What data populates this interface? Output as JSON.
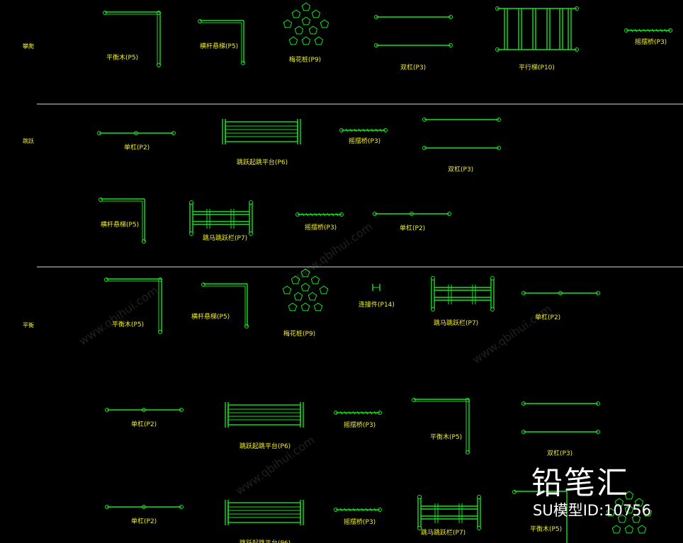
{
  "row_labels": [
    "攀爬",
    "跳跃",
    "平衡"
  ],
  "components": {
    "balance_beam": "平衡木(P5)",
    "overhead_ladder": "横杆悬梯(P5)",
    "stepping_posts": "梅花桩(P9)",
    "parallel_bars": "双杠(P3)",
    "horizontal_ladder": "平行梯(P10)",
    "rope_bridge": "摇摆桥(P3)",
    "single_bar": "单杠(P2)",
    "jump_platform": "跳跃起跳平台(P6)",
    "hurdle_fence": "跳马跳跃栏(P7)",
    "connector": "连接件(P14)"
  },
  "colors": {
    "background": "#000000",
    "linework": "#15e21e",
    "text": "#f2ef2a",
    "separator": "#d8d8d8",
    "watermark": "#ffffff"
  },
  "watermark": {
    "brand": "铅笔汇",
    "model_id": "SU模型ID:10756",
    "site": "www.qbihui.com"
  }
}
